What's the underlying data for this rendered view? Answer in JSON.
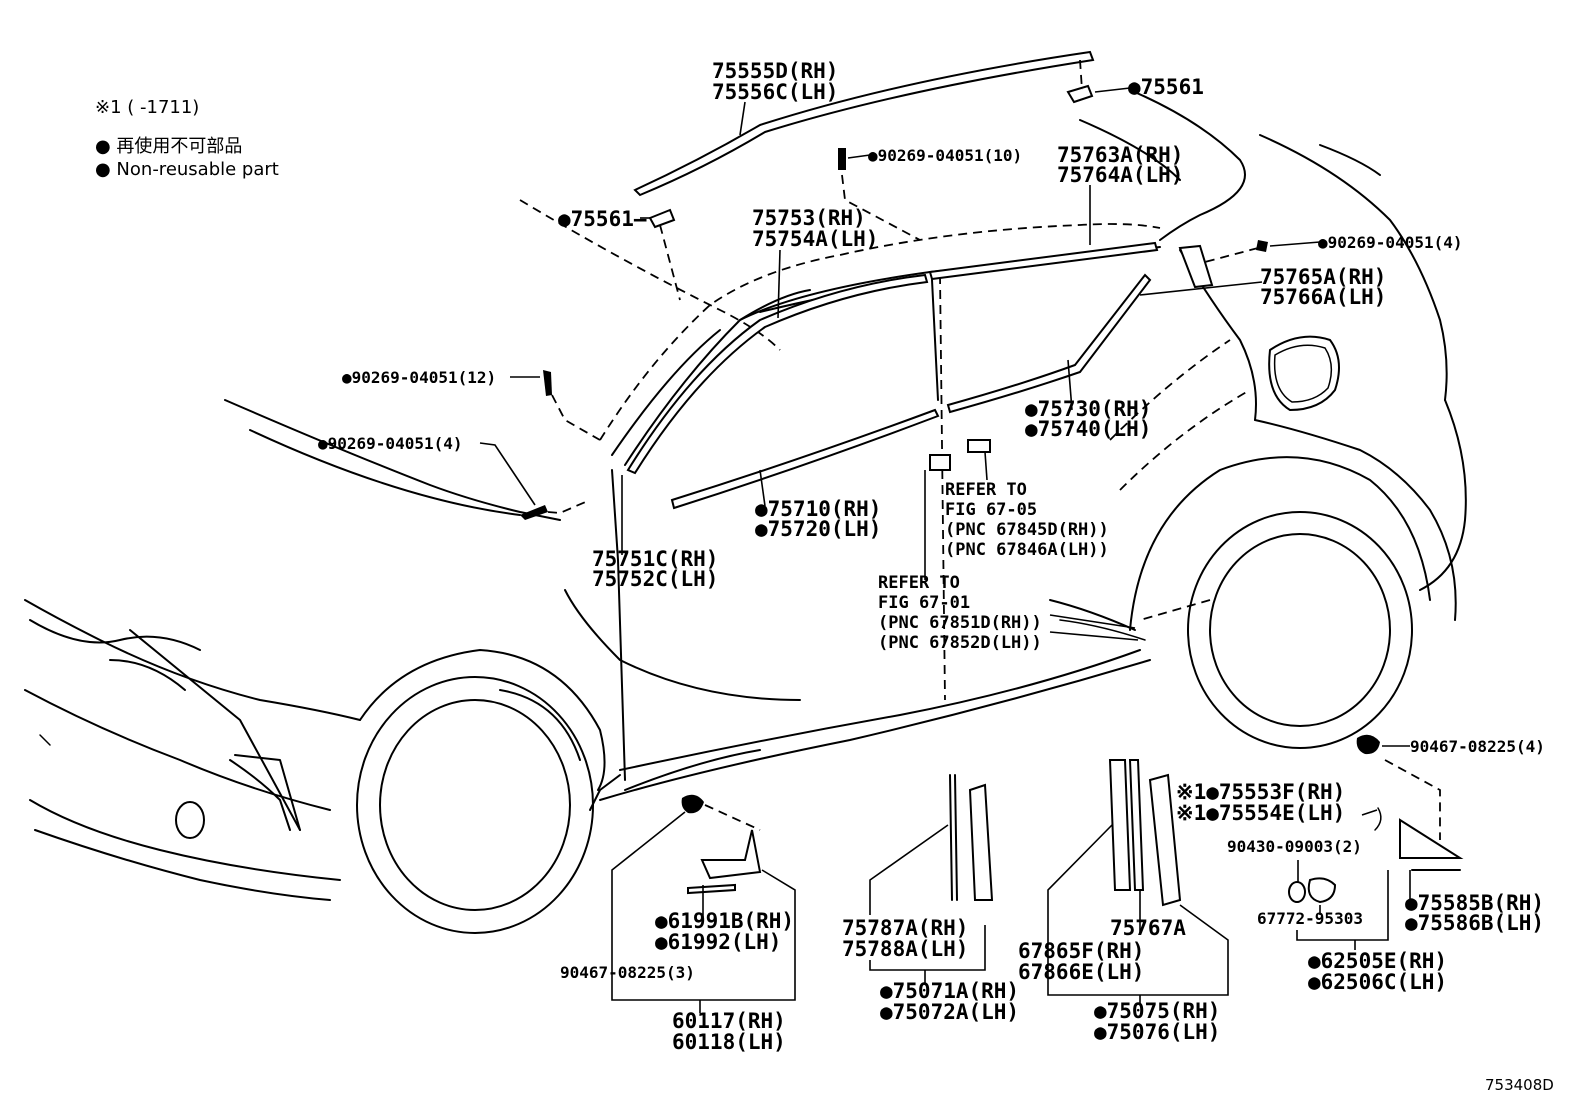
{
  "legend": {
    "footnote_mark": "※1 (      -1711)",
    "non_reusable_jp": "● 再使用不可部品",
    "non_reusable_en": "● Non-reusable part"
  },
  "diagram_id": "753408D",
  "callouts": {
    "moulding_roof_rh": "75555D(RH)",
    "moulding_roof_lh": "75556C(LH)",
    "clip_75561_a": "●75561",
    "clip_75561_b": "●75561—",
    "clip_90269_10": "●90269-04051(10)",
    "moulding_back_door_rh": "75763A(RH)",
    "moulding_back_door_lh": "75764A(LH)",
    "clip_90269_4_rear": "●90269-04051(4)",
    "moulding_roof_drip_rh": "75753(RH)",
    "moulding_roof_drip_lh": "75754A(LH)",
    "garnish_quarter_rh": "75765A(RH)",
    "garnish_quarter_lh": "75766A(LH)",
    "clip_90269_12": "●90269-04051(12)",
    "clip_90269_4_front": "●90269-04051(4)",
    "moulding_rear_door_rh": "●75730(RH)",
    "moulding_rear_door_lh": "●75740(LH)",
    "moulding_front_door_rh": "●75710(RH)",
    "moulding_front_door_lh": "●75720(LH)",
    "moulding_pillar_rh": "75751C(RH)",
    "moulding_pillar_lh": "75752C(LH)",
    "refer_rear_1": "REFER TO",
    "refer_rear_2": "FIG 67-05",
    "refer_rear_3": "(PNC 67845D(RH))",
    "refer_rear_4": "(PNC 67846A(LH))",
    "refer_front_1": "REFER TO",
    "refer_front_2": "FIG 67-01",
    "refer_front_3": "(PNC 67851D(RH))",
    "refer_front_4": "(PNC 67852D(LH))",
    "clip_90467_4": "90467-08225(4)",
    "emblem_rh": "※1●75553F(RH)",
    "emblem_lh": "※1●75554E(LH)",
    "clip_90430": "90430-09003(2)",
    "part_67772": "67772-95303",
    "cover_rear_rh": "●75585B(RH)",
    "cover_rear_lh": "●75586B(LH)",
    "seal_rear_rh": "●62505E(RH)",
    "seal_rear_lh": "●62506C(LH)",
    "garnish_front_pillar_rh": "75787A(RH)",
    "garnish_front_pillar_lh": "75788A(LH)",
    "tape_front_rh": "●75071A(RH)",
    "tape_front_lh": "●75072A(LH)",
    "garnish_center_pillar": "75767A",
    "tape_center_rh": "●75075(RH)",
    "tape_center_lh": "●75076(LH)",
    "seal_67865_rh": "67865F(RH)",
    "seal_67866_lh": "67866E(LH)",
    "pad_rh": "●61991B(RH)",
    "pad_lh": "●61992(LH)",
    "clip_90467_3": "90467-08225(3)",
    "guard_rh": "60117(RH)",
    "guard_lh": "60118(LH)"
  }
}
